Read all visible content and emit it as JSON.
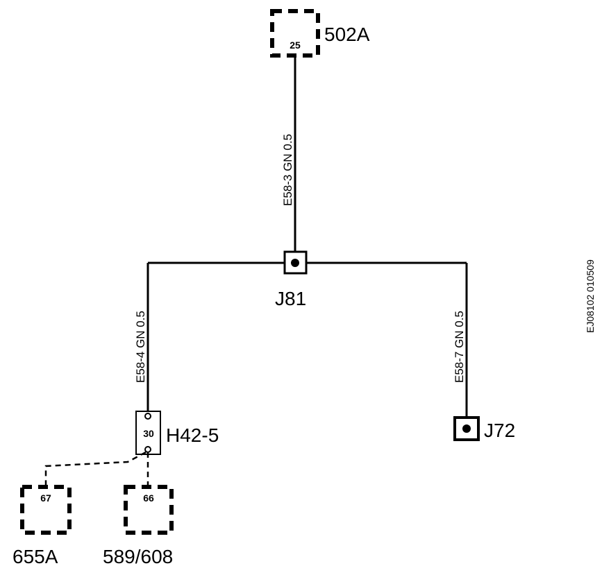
{
  "components": {
    "c502a": {
      "name": "502A",
      "pin": "25"
    },
    "j81": {
      "name": "J81"
    },
    "h42": {
      "name": "H42-5",
      "pin": "30"
    },
    "j72": {
      "name": "J72"
    },
    "c655a": {
      "name": "655A",
      "pin": "67"
    },
    "c589": {
      "name": "589/608",
      "pin": "66"
    }
  },
  "wires": {
    "top": {
      "label": "E58-3   GN   0.5"
    },
    "left": {
      "label": "E58-4   GN   0.5"
    },
    "right": {
      "label": "E58-7   GN   0.5"
    }
  },
  "reference": "EJ08102  010509"
}
